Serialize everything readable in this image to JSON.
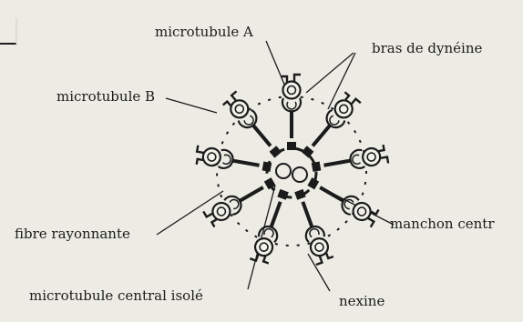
{
  "labels": {
    "microtubule_a": "microtubule A",
    "bras_de_dyneine": "bras de dynéine",
    "microtubule_b": "microtubule B",
    "fibre_rayonnante": "fibre rayonnante",
    "manchon_central": "manchon centr",
    "microtubule_central_isole": "microtubule central isolé",
    "nexine": "nexine"
  },
  "structure": {
    "doublet_count": 9,
    "central_microtubule_count": 2
  },
  "colors": {
    "background": "#ecebe4",
    "ink": "#1b1b1b",
    "faded_background_text": "#d9d7cf"
  }
}
